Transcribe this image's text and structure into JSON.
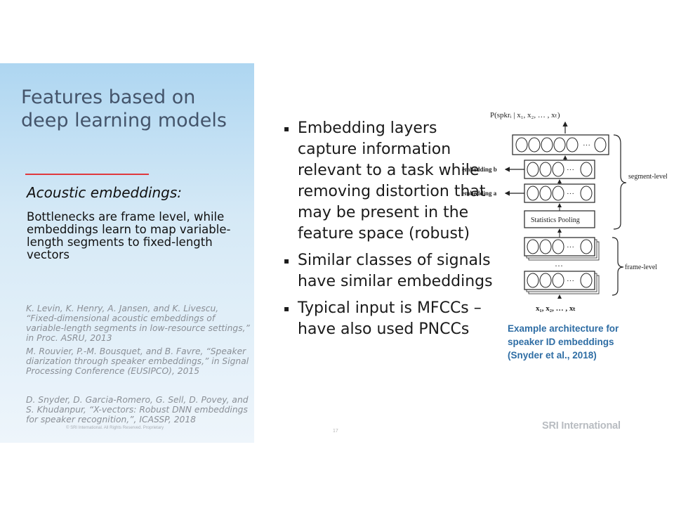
{
  "slide": {
    "title": "Features based on deep learning models",
    "subheading": "Acoustic embeddings:",
    "body": "Bottlenecks are frame level, while embeddings learn to map variable-length segments to fixed-length vectors",
    "references": [
      "K. Levin, K. Henry, A. Jansen, and K. Livescu, “Fixed-dimensional acoustic embeddings of variable-length segments in low-resource settings,” in Proc. ASRU, 2013",
      "M. Rouvier, P.-M. Bousquet, and B. Favre, “Speaker diarization through speaker embeddings,” in Signal Processing Conference (EUSIPCO), 2015",
      "D. Snyder, D. Garcia-Romero, G. Sell, D. Povey, and S. Khudanpur, “X-vectors: Robust DNN embeddings for speaker recognition,”, ICASSP, 2018"
    ],
    "bullets": [
      "Embedding layers capture information relevant to a task while removing distortion that may be present in the feature space (robust)",
      "Similar classes of signals have similar embeddings",
      "Typical input is MFCCs – have also used PNCCs"
    ],
    "bullet_symbol": "▪",
    "caption": "Example architecture for speaker ID embeddings (Snyder et al., 2018)",
    "footer_left": "© SRI International. All Rights Reserved. Proprietary",
    "page_number": "17",
    "logo_text": "SRI International"
  },
  "diagram": {
    "top_label": "P(spkrᵢ | x₁, x₂, … , xₜ)",
    "bottom_label": "x₁, x₂, … , xₜ",
    "embedding_b": "embedding b",
    "embedding_a": "embedding a",
    "stats_pooling": "Statistics Pooling",
    "segment_level": "segment-level",
    "frame_level": "frame-level",
    "ellipsis": "···",
    "dots_between": "···"
  },
  "colors": {
    "title": "#44546a",
    "accent_rule": "#e0393e",
    "caption": "#2e6da4"
  }
}
